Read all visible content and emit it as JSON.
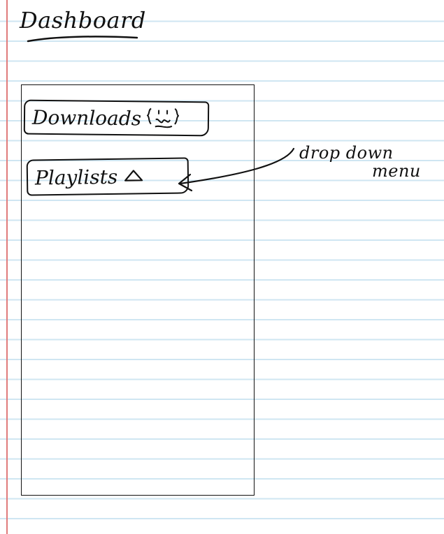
{
  "page": {
    "title": "Dashboard"
  },
  "menu": {
    "downloads_label": "Downloads",
    "downloads_icon": "gear-icon",
    "playlists_label": "Playlists",
    "playlists_icon": "triangle-up-icon"
  },
  "annotation": {
    "line1": "drop down",
    "line2": "menu"
  },
  "colors": {
    "ink": "#111111",
    "paper_rule": "#cfe6f2",
    "margin_rule": "#e07b7b"
  }
}
